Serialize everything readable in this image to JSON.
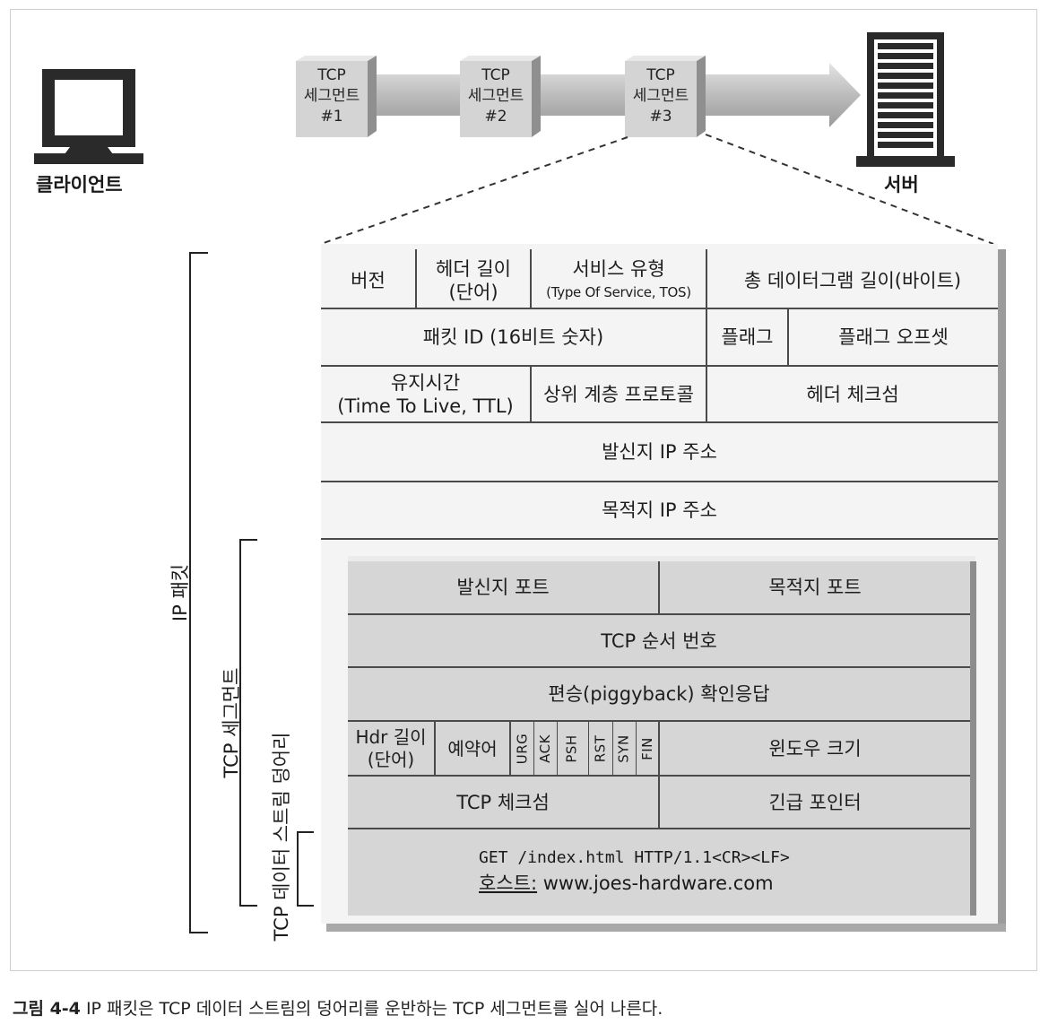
{
  "top": {
    "client_label": "클라이언트",
    "server_label": "서버",
    "segments": [
      {
        "l1": "TCP",
        "l2": "세그먼트",
        "l3": "#1"
      },
      {
        "l1": "TCP",
        "l2": "세그먼트",
        "l3": "#2"
      },
      {
        "l1": "TCP",
        "l2": "세그먼트",
        "l3": "#3"
      }
    ]
  },
  "brackets": {
    "ip_packet": "IP 패킷",
    "tcp_segment": "TCP 세그먼트",
    "tcp_chunk": "TCP 데이터 스트림 덩어리"
  },
  "ip": {
    "version": "버전",
    "hlen_1": "헤더 길이",
    "hlen_2": "(단어)",
    "tos_1": "서비스 유형",
    "tos_2": "(Type Of Service, TOS)",
    "total_length": "총 데이터그램 길이(바이트)",
    "packet_id": "패킷 ID (16비트 숫자)",
    "flags": "플래그",
    "frag_offset": "플래그 오프셋",
    "ttl_1": "유지시간",
    "ttl_2": "(Time To Live, TTL)",
    "protocol": "상위 계층 프로토콜",
    "checksum": "헤더 체크섬",
    "src_ip": "발신지 IP 주소",
    "dst_ip": "목적지 IP 주소"
  },
  "tcp": {
    "src_port": "발신지 포트",
    "dst_port": "목적지 포트",
    "seq": "TCP 순서 번호",
    "ack": "편승(piggyback) 확인응답",
    "hdr_len_1": "Hdr 길이",
    "hdr_len_2": "(단어)",
    "reserved": "예약어",
    "flags": [
      "URG",
      "ACK",
      "PSH",
      "RST",
      "SYN",
      "FIN"
    ],
    "window": "윈도우 크기",
    "checksum": "TCP 체크섬",
    "urgent": "긴급 포인터",
    "data_line1": "GET /index.html HTTP/1.1<CR><LF>",
    "data_line2_key": "호스트:",
    "data_line2_val": " www.joes-hardware.com"
  },
  "caption": {
    "label": "그림 4-4",
    "text": " IP 패킷은 TCP 데이터 스트림의 덩어리를 운반하는 TCP 세그먼트를 실어 나른다."
  }
}
